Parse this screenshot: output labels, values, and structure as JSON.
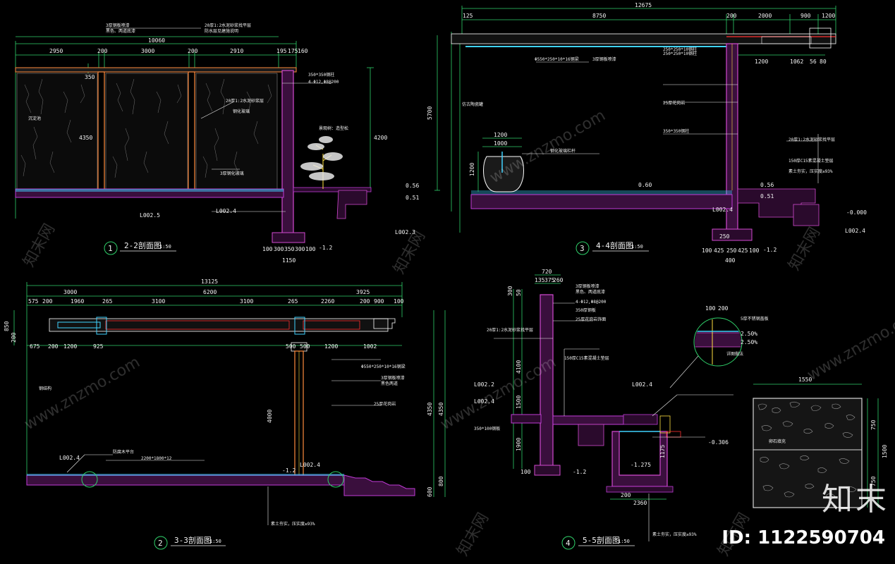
{
  "colors": {
    "background": "#000000",
    "dim_line": "#2fd06a",
    "text": "#f2f2f2",
    "ground": "#c03bd6",
    "wall": "#d24ad0",
    "column": "#ff8a3c",
    "beam": "#ffffff",
    "cyan": "#3fd2ff",
    "red": "#ff3030",
    "yellow": "#ffe040"
  },
  "sections": [
    {
      "id": "s22",
      "num": "1",
      "title": "2-2剖面图",
      "scale": "1:50",
      "dims": [
        "2950",
        "200",
        "3000",
        "200",
        "2910",
        "195",
        "175",
        "160",
        "10060"
      ],
      "heights": [
        "350",
        "4350",
        "4200"
      ],
      "tags": [
        "L002.5",
        "L002.4",
        "L002.3"
      ],
      "elev": [
        "0.56",
        "0.51",
        "-1.2"
      ],
      "foot_dims": [
        "100",
        "300",
        "350",
        "300",
        "100",
        "1150"
      ],
      "notes": [
        "3厚钢板喷漆",
        "黑色、两道底漆",
        "20厚1:2水泥砂浆找平层",
        "防水层见建施说明",
        "350*350钢柱",
        "4-Φ12,Φ8@200",
        "20厚1:2水泥砂浆层",
        "钢化玻璃",
        "沉淀池",
        "景观树：造型松",
        "3厚钢化玻璃"
      ]
    },
    {
      "id": "s44",
      "num": "3",
      "title": "4-4剖面图",
      "scale": "1:50",
      "dims": [
        "125",
        "8750",
        "200",
        "2000",
        "900",
        "1200",
        "12675",
        "250*250*10钢柱",
        "1200",
        "1062",
        "56",
        "80"
      ],
      "heights": [
        "5700",
        "1200",
        "1000",
        "1200",
        "250"
      ],
      "tags": [
        "L002.4",
        "L002.4"
      ],
      "elev": [
        "0.60",
        "0.56",
        "0.51",
        "-1.2",
        "-0.000"
      ],
      "foot_dims": [
        "100",
        "425",
        "250",
        "425",
        "100",
        "400"
      ],
      "notes": [
        "Φ550*250*10*16钢梁",
        "3厚钢板喷漆",
        "250*250*10钢柱",
        "350*350钢柱",
        "仿古陶瓷罐",
        "钢化玻璃栏杆",
        "25厚花岗岩",
        "20厚1:2水泥砂浆找平层",
        "150厚C15素混凝土垫层",
        "素土夯实，压实度≥93%"
      ]
    },
    {
      "id": "s33",
      "num": "2",
      "title": "3-3剖面图",
      "scale": "1:50",
      "dims": [
        "13125",
        "3000",
        "6200",
        "3925",
        "575",
        "200",
        "1960",
        "265",
        "3100",
        "3100",
        "265",
        "2260",
        "200",
        "900",
        "100",
        "675",
        "200",
        "1200",
        "925",
        "500",
        "500",
        "1200",
        "1002"
      ],
      "heights": [
        "850",
        "200",
        "4350",
        "4350",
        "4000",
        "800",
        "600"
      ],
      "tags": [
        "L002.4",
        "L002.4"
      ],
      "elev": [
        "-1.2"
      ],
      "notes": [
        "钢结构",
        "Φ550*250*10*16钢梁",
        "3厚钢板喷漆",
        "黑色两道",
        "25厚花岗岩",
        "防腐木平台",
        "2200*1800*12",
        "素土夯实，压实度≥93%"
      ]
    },
    {
      "id": "s55",
      "num": "4",
      "title": "5-5剖面图",
      "scale": "1:50",
      "dims": [
        "720",
        "135",
        "375",
        "260",
        "2360",
        "200",
        "50",
        "300"
      ],
      "heights": [
        "4100",
        "1500",
        "1900",
        "1175",
        "100"
      ],
      "tags": [
        "L002.2",
        "L002.4",
        "L002.4"
      ],
      "elev": [
        "-1.2",
        "-0.306",
        "-1.275"
      ],
      "notes": [
        "3厚钢板喷漆",
        "黑色、两道底漆",
        "4-Φ12,Φ8@200",
        "350厚钢板",
        "25厚花岗岩饰面",
        "20厚1:2水泥砂浆找平层",
        "150厚C15素混凝土垫层",
        "素土夯实，压实度≥93%",
        "350*100钢板"
      ]
    },
    {
      "id": "detail",
      "dims": [
        "1550",
        "1500",
        "750",
        "750",
        "200",
        "100",
        "2.50%",
        "2.50%"
      ],
      "notes": [
        "5厚不锈钢盖板",
        "卵石填充",
        "详图做法"
      ]
    }
  ],
  "watermarks": [
    "知末网",
    "www.znzmo.com"
  ],
  "brand": "知末",
  "id_label": "ID: 1122590704"
}
